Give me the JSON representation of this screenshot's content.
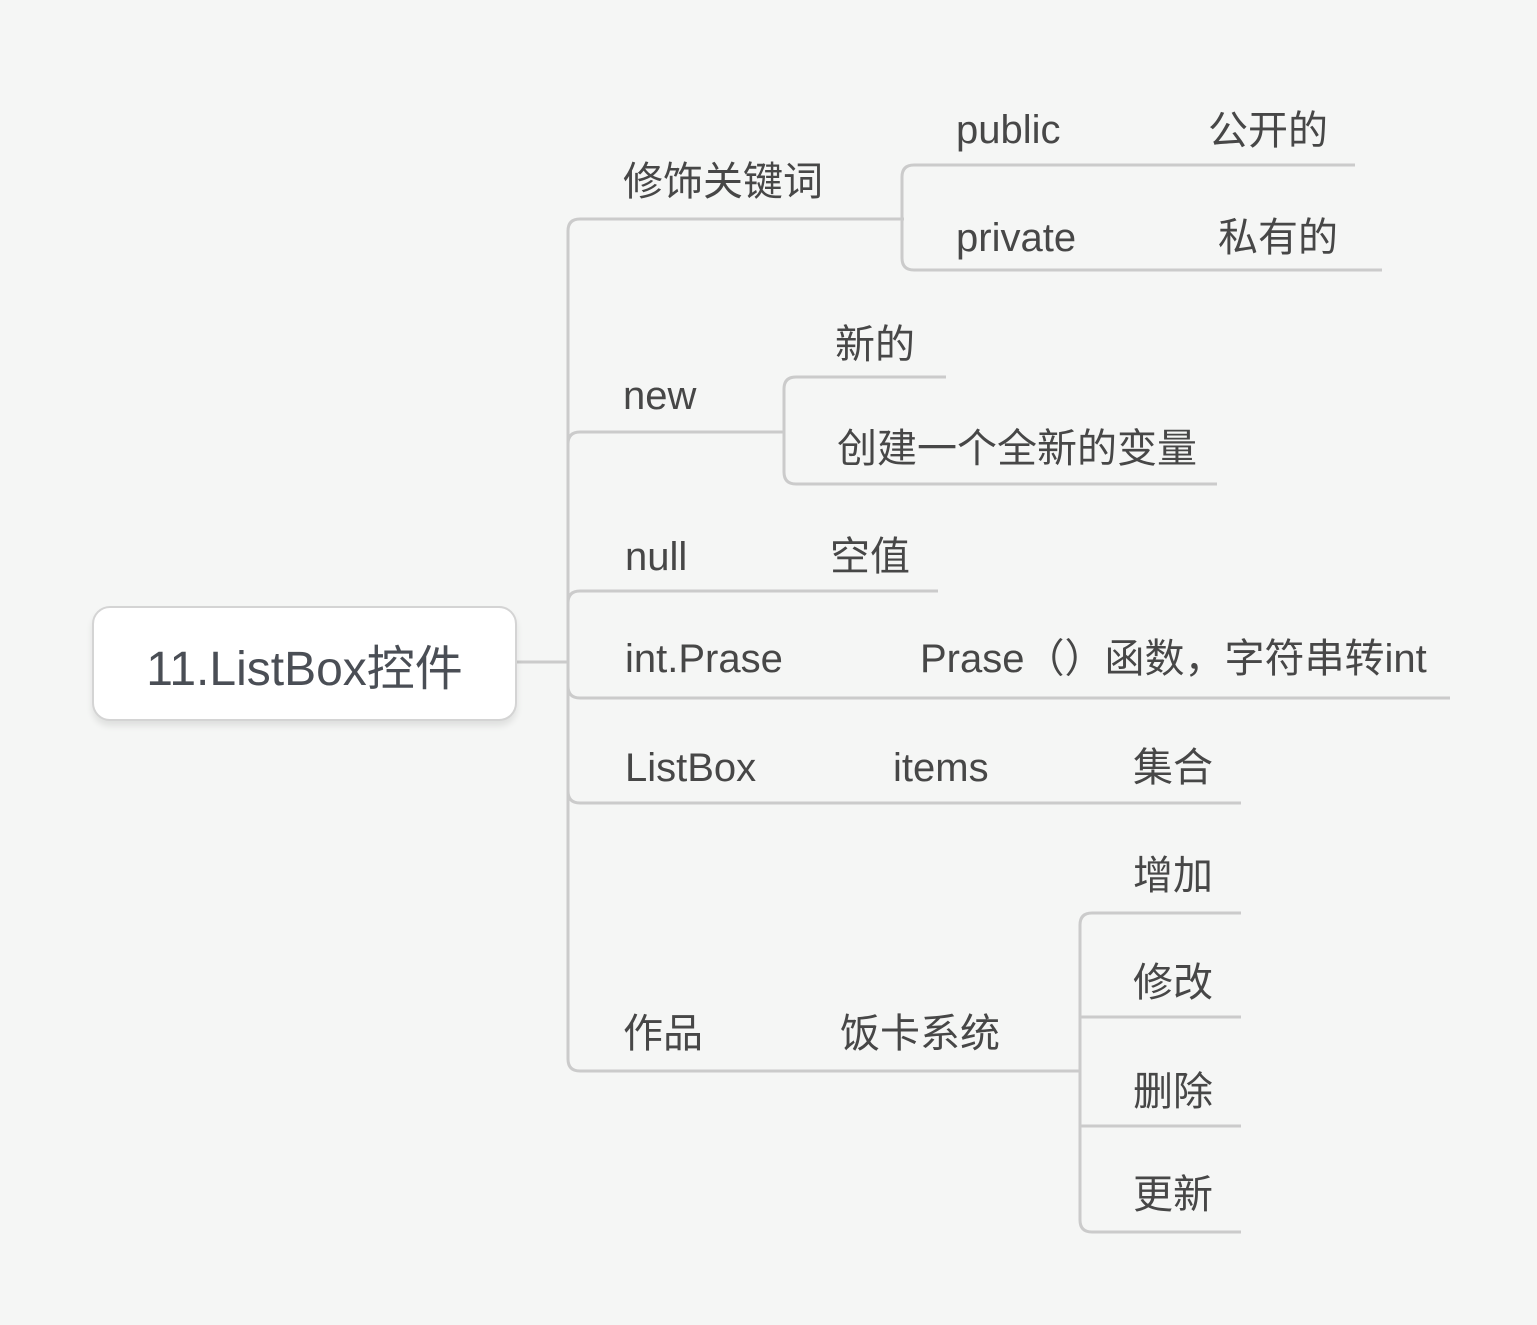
{
  "theme": {
    "background": "#f5f6f5",
    "line_color": "#cbcbcb",
    "topic_text_color": "#474747",
    "root_text_color": "#4a4e55",
    "root_fill": "#ffffff",
    "root_border": "#d4d4d4"
  },
  "root": {
    "label": "11.ListBox控件"
  },
  "branches": [
    {
      "label": "修饰关键词",
      "children": [
        {
          "label": "public",
          "children": [
            {
              "label": "公开的"
            }
          ]
        },
        {
          "label": "private",
          "children": [
            {
              "label": "私有的"
            }
          ]
        }
      ]
    },
    {
      "label": "new",
      "children": [
        {
          "label": "新的"
        },
        {
          "label": "创建一个全新的变量"
        }
      ]
    },
    {
      "label": "null",
      "children": [
        {
          "label": "空值"
        }
      ]
    },
    {
      "label": "int.Prase",
      "children": [
        {
          "label": "Prase（）函数，字符串转int"
        }
      ]
    },
    {
      "label": "ListBox",
      "children": [
        {
          "label": "items",
          "children": [
            {
              "label": "集合"
            }
          ]
        }
      ]
    },
    {
      "label": "作品",
      "children": [
        {
          "label": "饭卡系统",
          "children": [
            {
              "label": "增加"
            },
            {
              "label": "修改"
            },
            {
              "label": "删除"
            },
            {
              "label": "更新"
            }
          ]
        }
      ]
    }
  ]
}
